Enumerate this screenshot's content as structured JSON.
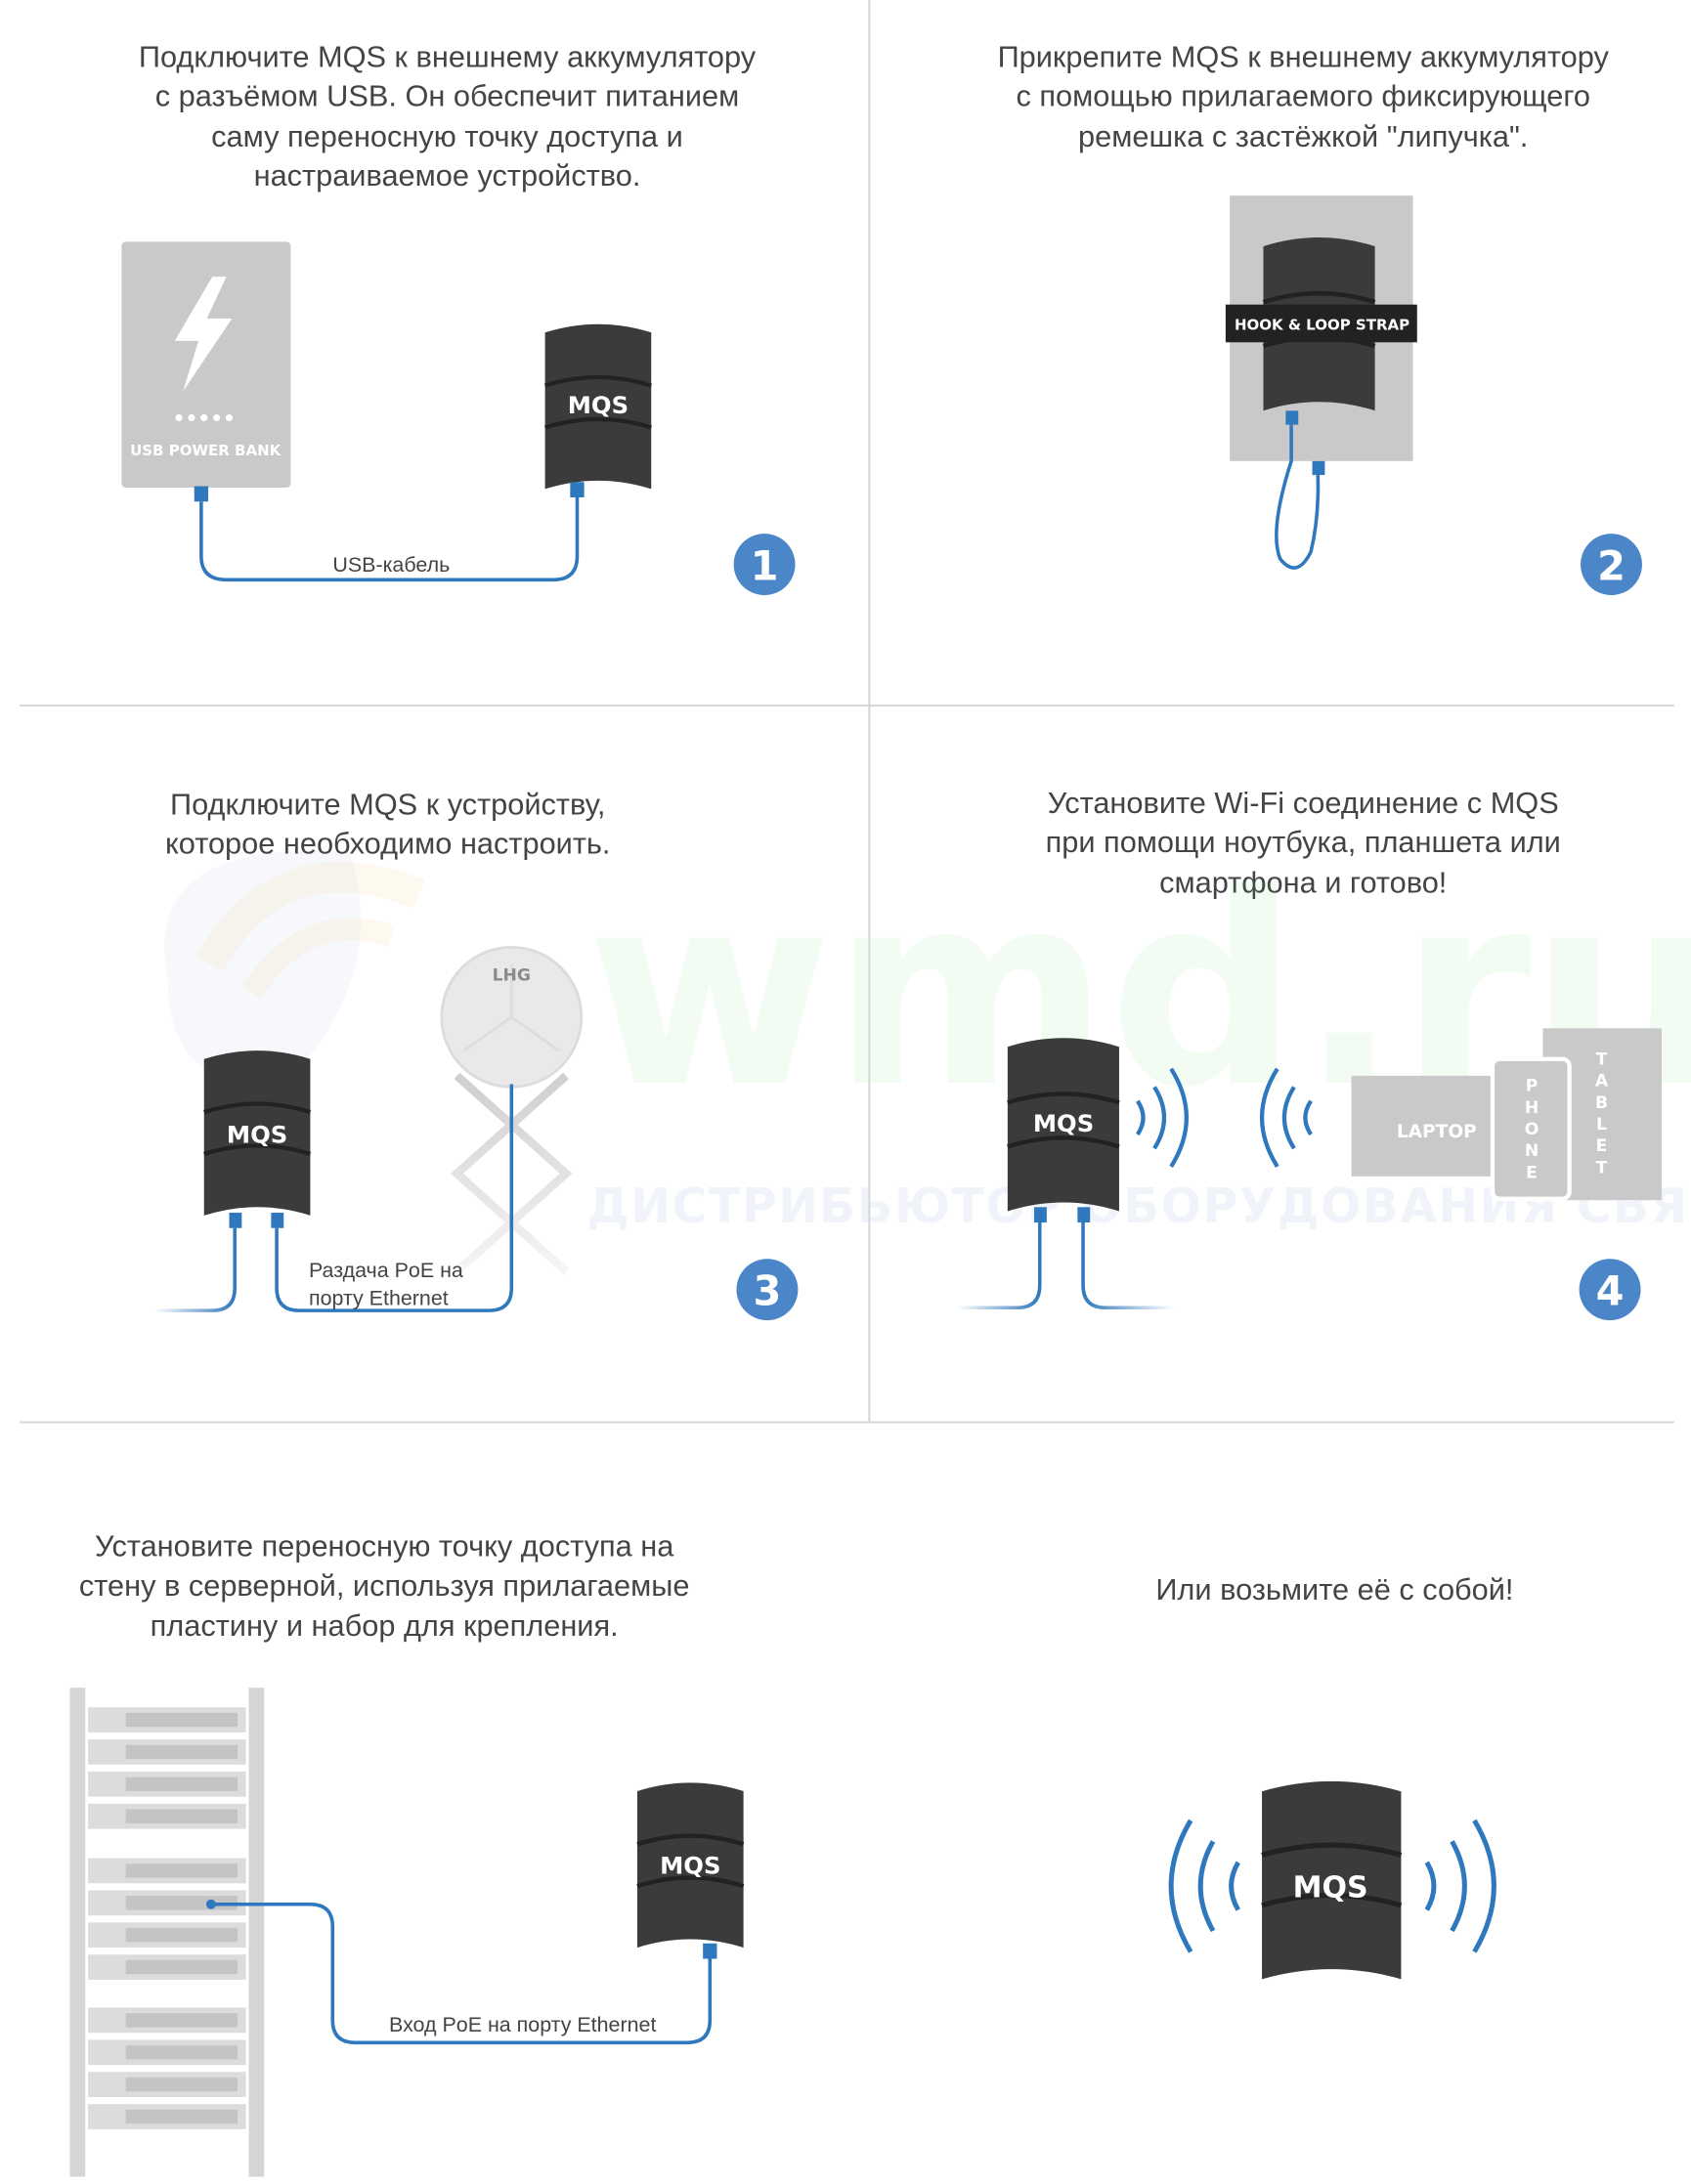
{
  "panels": [
    {
      "caption": [
        "Подключите MQS к внешнему аккумулятору",
        "с разъёмом USB. Он обеспечит питанием",
        "саму переносную точку доступа и",
        "настраиваемое устройство."
      ],
      "powerbank_label": "USB POWER BANK",
      "device_label": "MQS",
      "cable_label": "USB-кабель",
      "step": "1"
    },
    {
      "caption": [
        "Прикрепите MQS к внешнему аккумулятору",
        "с помощью прилагаемого фиксирующего",
        "ремешка с застёжкой \"липучка\"."
      ],
      "strap_label": "HOOK & LOOP STRAP",
      "step": "2"
    },
    {
      "caption": [
        "Подключите MQS к устройству,",
        "которое необходимо настроить."
      ],
      "antenna_label": "LHG",
      "device_label": "MQS",
      "cable_label": [
        "Раздача PoE на",
        "порту Ethernet"
      ],
      "step": "3"
    },
    {
      "caption": [
        "Установите Wi-Fi соединение с MQS",
        "при помощи ноутбука, планшета или",
        "смартфона и готово!"
      ],
      "device_label": "MQS",
      "laptop_label": "LAPTOP",
      "phone_label": "PHONE",
      "tablet_label": "TABLET",
      "step": "4"
    },
    {
      "caption": [
        "Установите переносную точку доступа на",
        "стену в серверной, используя прилагаемые",
        "пластину и набор для крепления."
      ],
      "device_label": "MQS",
      "cable_label": "Вход PoE на порту Ethernet"
    },
    {
      "caption": [
        "Или возьмите её с собой!"
      ],
      "device_label": "MQS"
    }
  ],
  "watermark": {
    "domain": "wmd.ru",
    "tagline": "ДИСТРИБЬЮТОР ОБОРУДОВАНИЯ СВЯЗИ"
  },
  "colors": {
    "accent": "#4a86c8",
    "cable": "#2f78bd",
    "device": "#3b3b3b",
    "powerbank": "#c9c9c9",
    "divider": "#d8d8d8"
  }
}
